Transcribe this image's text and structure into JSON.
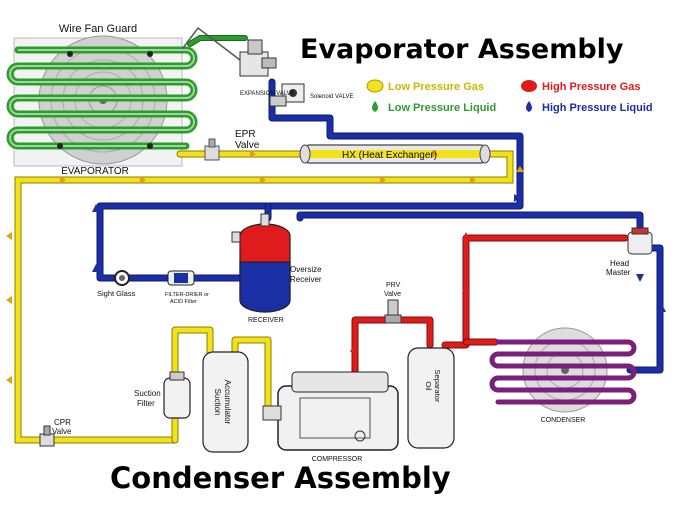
{
  "titles": {
    "evaporator_assembly": "Evaporator Assembly",
    "condenser_assembly": "Condenser Assembly"
  },
  "legend": {
    "low_pressure_gas": "Low Pressure Gas",
    "low_pressure_liquid": "Low Pressure Liquid",
    "high_pressure_gas": "High Pressure Gas",
    "high_pressure_liquid": "High Pressure Liquid"
  },
  "colors": {
    "low_pressure_gas": "#f2e21a",
    "low_pressure_liquid": "#2e9b2e",
    "high_pressure_gas": "#e01b1b",
    "high_pressure_liquid": "#1a2fa6",
    "legend_gas_text": "#c9b800",
    "legend_liquid_text": "#2e9b2e",
    "legend_hp_gas_text": "#e01b1b",
    "legend_hp_liquid_text": "#1a2fa6"
  },
  "labels": {
    "wire_fan_guard": "Wire Fan Guard",
    "evaporator": "EVAPORATOR",
    "expansion_valve": "EXPANSION VALVE",
    "solenoid_valve": "Solenoid VALVE",
    "epr_valve_line1": "EPR",
    "epr_valve_line2": "Valve",
    "heat_exchanger": "HX (Heat Exchanger)",
    "sight_glass": "Sight Glass",
    "filter_drier_line1": "FILTER-DRIER or",
    "filter_drier_line2": "ACID Filter",
    "oversize_receiver_line1": "Oversize",
    "oversize_receiver_line2": "Receiver",
    "receiver": "RECEIVER",
    "head_master_line1": "Head",
    "head_master_line2": "Master",
    "prv_valve_line1": "PRV",
    "prv_valve_line2": "Valve",
    "suction_filter_line1": "Suction",
    "suction_filter_line2": "Filter",
    "suction_accumulator_line1": "Suction",
    "suction_accumulator_line2": "Accumulator",
    "oil_separator_line1": "Oil",
    "oil_separator_line2": "Separator",
    "condenser": "CONDENSER",
    "compressor": "COMPRESSOR",
    "cpr_valve_line1": "CPR",
    "cpr_valve_line2": "Valve"
  }
}
